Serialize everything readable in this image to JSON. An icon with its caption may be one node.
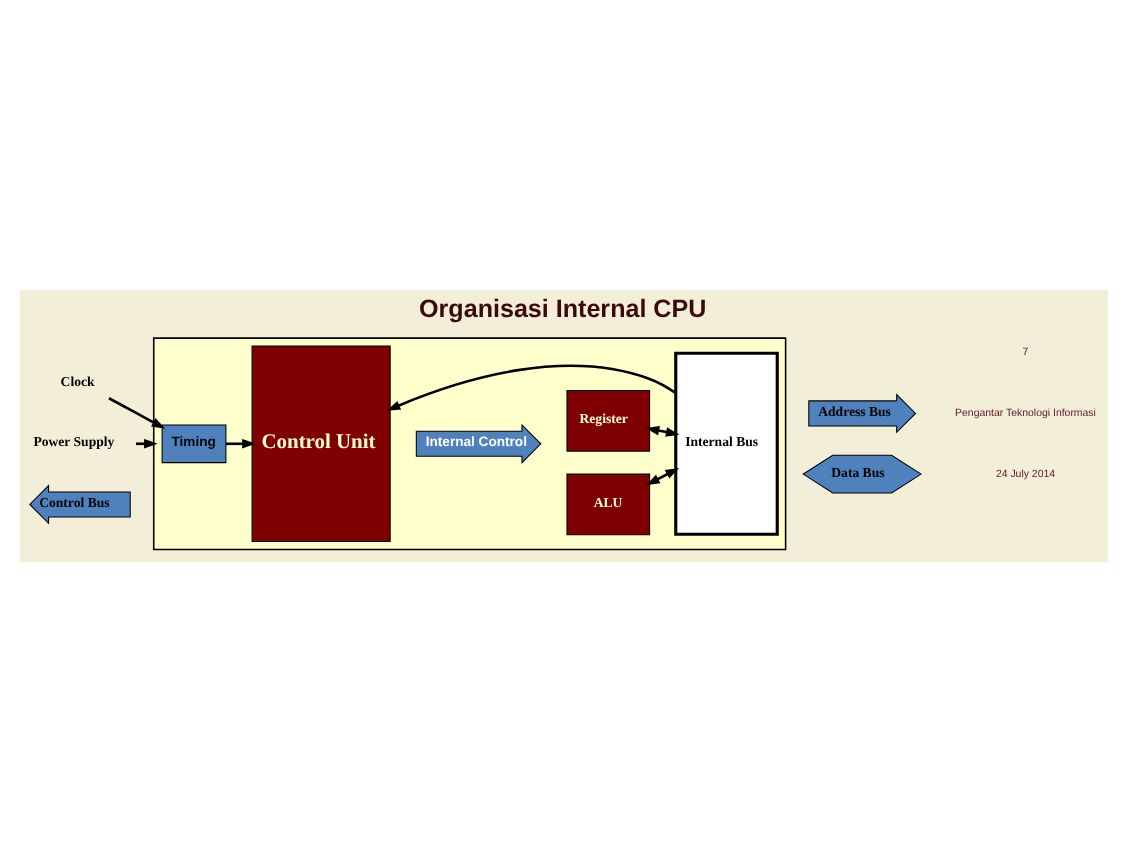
{
  "diagram": {
    "title": "Organisasi Internal CPU",
    "nodes": [
      {
        "text": [],
        "shape": "box"
      },
      {
        "text": [
          "Timing"
        ],
        "in": 0
      },
      {
        "text": [
          "Control Unit"
        ],
        "in": 0
      },
      {
        "text": [
          "Internal Control"
        ],
        "in": 0
      },
      {
        "text": [
          "ALU"
        ],
        "in": 0
      },
      {
        "text": [
          "Register"
        ],
        "in": 0
      },
      {
        "text": [
          "Internal Bus"
        ],
        "in": 0
      },
      {
        "text": [
          "Clock"
        ]
      },
      {
        "text": [
          "Power Supply"
        ]
      },
      {
        "text": [
          "Control Bus"
        ]
      },
      {
        "text": [
          "Address Bus"
        ]
      },
      {
        "text": [
          "Data Bus"
        ]
      }
    ],
    "edges": [
      {
        "from": 7,
        "to": 1,
        "arrow": "to"
      },
      {
        "from": 1,
        "to": 2,
        "arrow": "to"
      },
      {
        "from": 4,
        "to": 6,
        "arrow": "both"
      },
      {
        "from": 5,
        "to": 6,
        "arrow": "both"
      },
      {
        "from": 6,
        "to": 2,
        "arrow": "to"
      },
      {
        "from": 8,
        "to": 0,
        "arrow": "to"
      }
    ],
    "labels": [
      "24 July 2014",
      "Pengantar Teknologi Informasi",
      "7"
    ]
  }
}
